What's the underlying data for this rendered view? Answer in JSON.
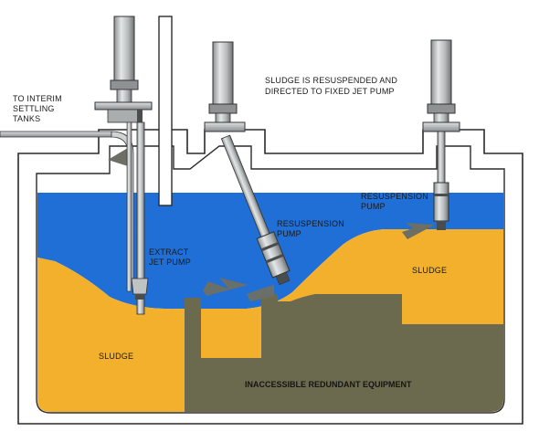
{
  "labels": {
    "interim_line1": "TO INTERIM",
    "interim_line2": "SETTLING",
    "interim_line3": "TANKS",
    "note_line1": "SLUDGE IS RESUSPENDED AND",
    "note_line2": "DIRECTED TO FIXED JET PUMP",
    "extract_line1": "EXTRACT",
    "extract_line2": "JET PUMP",
    "resusp_mid_line1": "RESUSPENSION",
    "resusp_mid_line2": "PUMP",
    "resusp_right_line1": "RESUSPENSION",
    "resusp_right_line2": "PUMP",
    "sludge_left": "SLUDGE",
    "sludge_right": "SLUDGE",
    "equipment": "INACCESSIBLE REDUNDANT EQUIPMENT"
  },
  "colors": {
    "water": "#1f6fd6",
    "sludge": "#f2b02c",
    "equipment": "#6b6a4e",
    "tank_wall": "#ffffff",
    "outline": "#2b2b2b",
    "pump_metal": "#bfc3c4",
    "pump_dark": "#4a4d4e",
    "spray": "#6e6f64"
  }
}
